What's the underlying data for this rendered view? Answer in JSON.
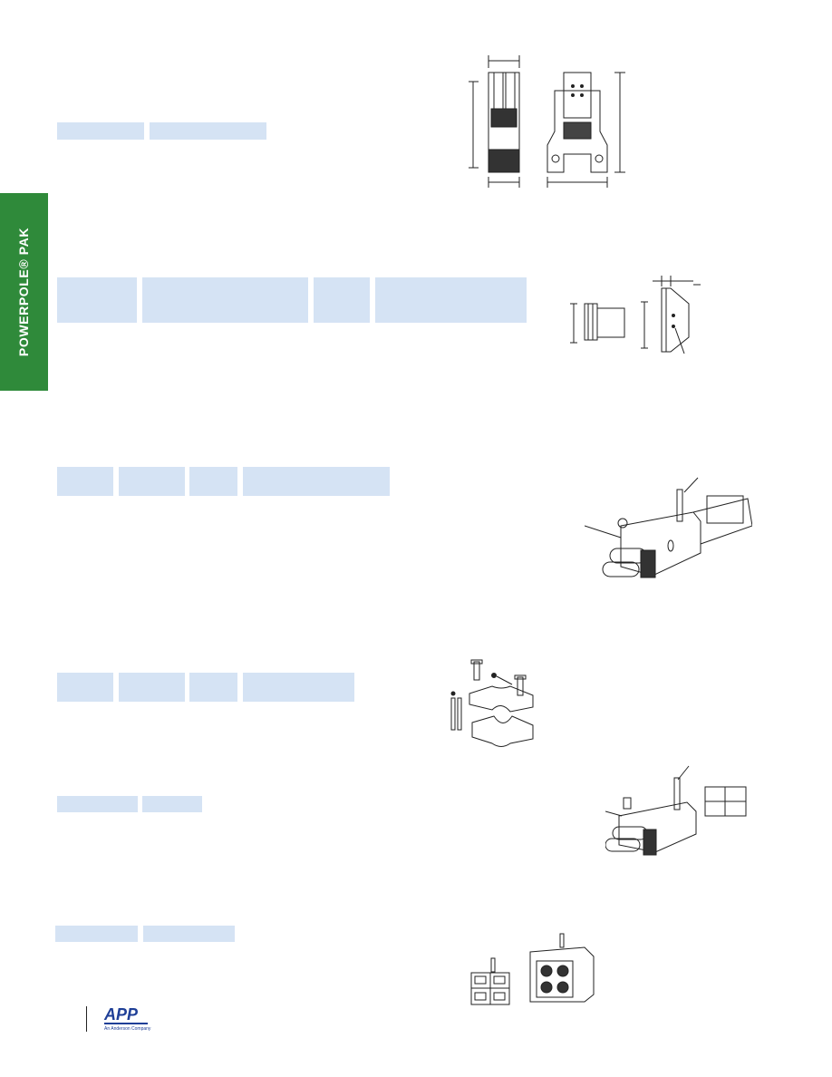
{
  "side_tab": {
    "label": "POWERPOLE® PAK",
    "color": "#2f8a3a"
  },
  "header_fill_color": "#d5e3f4",
  "drawings": [
    {
      "name": "connector-housing-dimension-drawing",
      "icon": "housing-drawing-icon"
    },
    {
      "name": "panel-mount-adapter-drawing",
      "icon": "adapter-drawing-icon"
    },
    {
      "name": "cable-clamp-assembly-drawing-1",
      "icon": "clamp-assembly-icon"
    },
    {
      "name": "strain-relief-clamp-parts-drawing",
      "icon": "clamp-parts-icon"
    },
    {
      "name": "cable-clamp-assembly-drawing-2",
      "icon": "clamp-assembly-icon"
    },
    {
      "name": "connector-pair-drawing",
      "icon": "connector-pair-icon"
    }
  ],
  "footer": {
    "logo_text": "APP",
    "logo_tagline": "An Anderson Company",
    "logo_color": "#1f3f97"
  }
}
